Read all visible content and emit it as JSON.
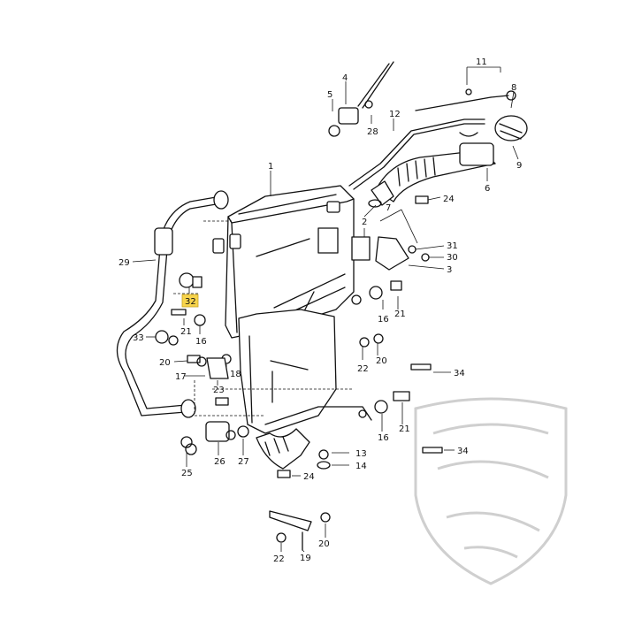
{
  "diagram": {
    "highlight_color": "#f7d44c",
    "highlighted_callout": "32",
    "callouts": {
      "c1": "1",
      "c2": "2",
      "c3": "3",
      "c4": "4",
      "c5": "5",
      "c6": "6",
      "c7": "7",
      "c8": "8",
      "c9": "9",
      "c11": "11",
      "c12": "12",
      "c13": "13",
      "c14": "14",
      "c16a": "16",
      "c16b": "16",
      "c16c": "16",
      "c17": "17",
      "c18": "18",
      "c19": "19",
      "c20a": "20",
      "c20b": "20",
      "c20c": "20",
      "c21a": "21",
      "c21b": "21",
      "c21c": "21",
      "c22a": "22",
      "c22b": "22",
      "c23": "23",
      "c24a": "24",
      "c24b": "24",
      "c25": "25",
      "c26": "26",
      "c27": "27",
      "c28": "28",
      "c29": "29",
      "c30": "30",
      "c31": "31",
      "c32": "32",
      "c33": "33",
      "c34a": "34",
      "c34b": "34"
    }
  }
}
